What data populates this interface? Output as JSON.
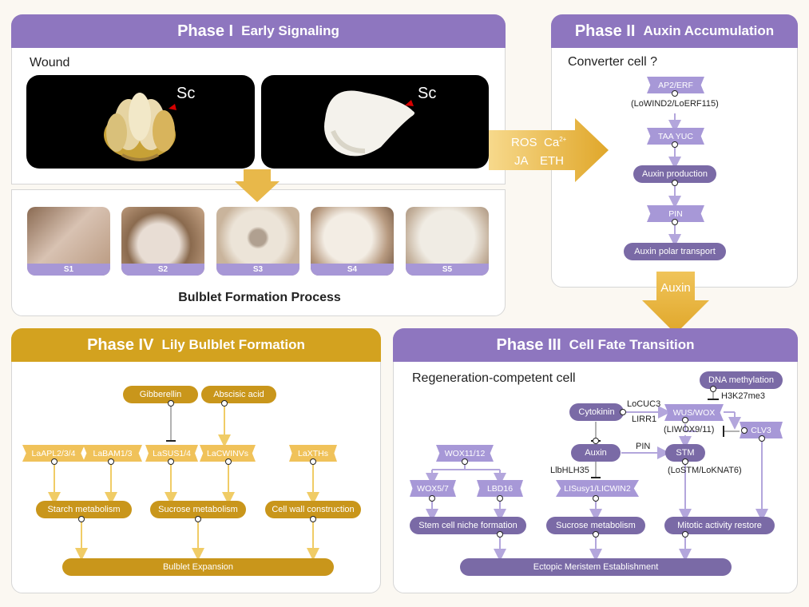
{
  "phase1": {
    "phase": "Phase I",
    "title": "Early Signaling",
    "wound": "Wound",
    "sc_left": "Sc",
    "sc_right": "Sc",
    "stages": [
      "S1",
      "S2",
      "S3",
      "S4",
      "S5"
    ],
    "process": "Bulblet Formation Process"
  },
  "phase2": {
    "phase": "Phase II",
    "title": "Auxin Accumulation",
    "converter": "Converter cell ?",
    "ap2": "AP2/ERF",
    "lowind": "(LoWIND2/LoERF115)",
    "taa": "TAA YUC",
    "auxin_prod": "Auxin production",
    "pin": "PIN",
    "auxin_polar": "Auxin polar transport"
  },
  "signals": {
    "ros": "ROS",
    "ca": "Ca",
    "ca_sup": "2+",
    "ja": "JA",
    "eth": "ETH"
  },
  "auxin_arrow": "Auxin",
  "phase3": {
    "phase": "Phase III",
    "title": "Cell Fate Transition",
    "competent": "Regeneration-competent cell",
    "dna_meth": "DNA methylation",
    "h3k27": "H3K27me3",
    "cytokinin": "Cytokinin",
    "locuc3": "LoCUC3",
    "lirr1": "LIRR1",
    "wuswox": "WUS/WOX",
    "liwox": "(LIWOX9/11)",
    "clv3": "CLV3",
    "auxin": "Auxin",
    "pin": "PIN",
    "stm": "STM",
    "lostm": "(LoSTM/LoKNAT6)",
    "llbhlh": "LlbHLH35",
    "wox1112": "WOX11/12",
    "wox57": "WOX5/7",
    "lbd16": "LBD16",
    "lisusy": "LISusy1/LICWIN2",
    "stem_niche": "Stem cell niche formation",
    "sucrose": "Sucrose metabolism",
    "mitotic": "Mitotic activity restore",
    "ectopic": "Ectopic Meristem Establishment"
  },
  "phase4": {
    "phase": "Phase IV",
    "title": "Lily Bulblet Formation",
    "gibberellin": "Gibberellin",
    "abscisic": "Abscisic acid",
    "laapl": "LaAPL2/3/4",
    "labam": "LaBAM1/3",
    "lasus": "LaSUS1/4",
    "lacwin": "LaCWINVs",
    "laxth": "LaXTHs",
    "starch": "Starch metabolism",
    "sucrose": "Sucrose metabolism",
    "cellwall": "Cell wall construction",
    "expansion": "Bulblet Expansion"
  },
  "colors": {
    "purple": "#8e76bf",
    "gold": "#d3a21f",
    "ribbon_purple": "#a798d7",
    "ribbon_gold": "#f0c25a"
  }
}
